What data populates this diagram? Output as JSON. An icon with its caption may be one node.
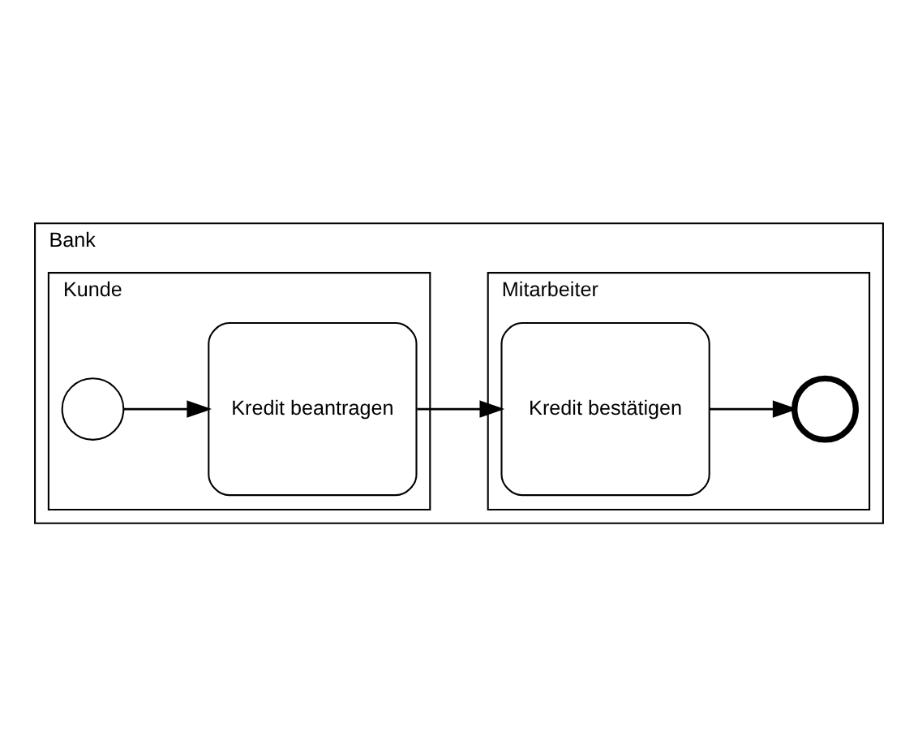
{
  "diagram": {
    "nodes": [
      {
        "text": [
          "Bank"
        ]
      },
      {
        "text": [
          "Kunde"
        ],
        "in": 0
      },
      {
        "text": [
          "Mitarbeiter"
        ],
        "in": 0
      },
      {
        "text": [],
        "shape": "circle",
        "in": 1
      },
      {
        "text": [
          "Kredit beantragen"
        ],
        "in": 1
      },
      {
        "text": [
          "Kredit bestätigen"
        ],
        "in": 2
      },
      {
        "text": [],
        "shape": "circle",
        "in": 2
      }
    ],
    "edges": [
      {
        "from": 3,
        "to": 4,
        "arrow": "to"
      },
      {
        "from": 4,
        "to": 5,
        "arrow": "to"
      },
      {
        "from": 5,
        "to": 6,
        "arrow": "to"
      }
    ]
  }
}
